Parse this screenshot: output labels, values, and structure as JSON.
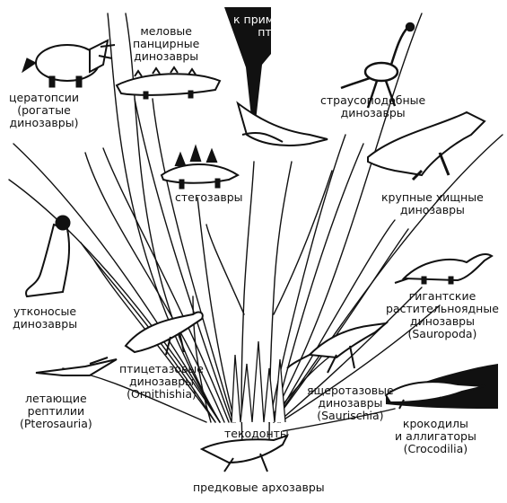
{
  "colors": {
    "ink": "#111111",
    "paper": "#ffffff"
  },
  "labels": {
    "primitive_birds": [
      "к примитивным",
      "птицам"
    ],
    "armored": [
      "меловые",
      "панцирные",
      "динозавры"
    ],
    "ceratopsians": [
      "цератопсии",
      "(рогатые",
      "динозавры)"
    ],
    "ostrich": [
      "страусоподобные",
      "динозавры"
    ],
    "stegosaurs": [
      "стегозавры"
    ],
    "large_predators": [
      "крупные хищные",
      "динозавры"
    ],
    "duckbilled": [
      "утконосые",
      "динозавры"
    ],
    "sauropoda": [
      "гигантские",
      "растительноядные",
      "динозавры",
      "(Sauropoda)"
    ],
    "ornithischia": [
      "птицетазовые",
      "динозавры",
      "(Ornithishia)"
    ],
    "pterosauria": [
      "летающие",
      "рептилии",
      "(Pterosauria)"
    ],
    "saurischia": [
      "ящеротазовые",
      "динозавры",
      "(Saurischia)"
    ],
    "thecodonts": [
      "текодонты"
    ],
    "crocodilia": [
      "крокодилы",
      "и аллигаторы",
      "(Crocodilia)"
    ],
    "ancestral": [
      "предковые архозавры"
    ]
  },
  "icons": [
    "triceratops-icon",
    "ankylosaur-icon",
    "ostrich-dinosaur-icon",
    "archaeopteryx-icon",
    "stegosaur-icon",
    "tyrannosaur-icon",
    "hadrosaur-icon",
    "sauropod-icon",
    "ornithopod-icon",
    "pterosaur-icon",
    "saurischian-icon",
    "crocodile-icon",
    "thecodont-icon"
  ]
}
